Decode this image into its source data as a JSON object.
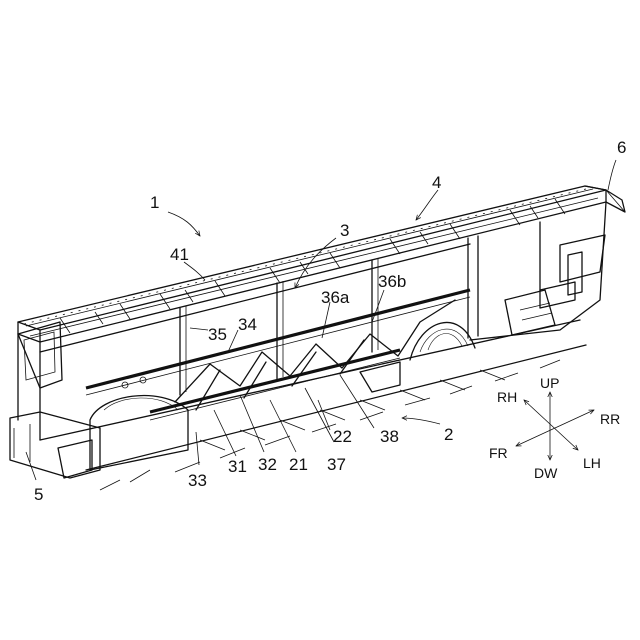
{
  "labels": {
    "l1": "1",
    "l2": "2",
    "l3": "3",
    "l4": "4",
    "l5": "5",
    "l6": "6",
    "l21": "21",
    "l22": "22",
    "l31": "31",
    "l32": "32",
    "l33": "33",
    "l34": "34",
    "l35": "35",
    "l36a": "36a",
    "l36b": "36b",
    "l37": "37",
    "l38": "38",
    "l41": "41"
  },
  "axes": {
    "up": "UP",
    "dw": "DW",
    "rh": "RH",
    "lh": "LH",
    "fr": "FR",
    "rr": "RR"
  }
}
